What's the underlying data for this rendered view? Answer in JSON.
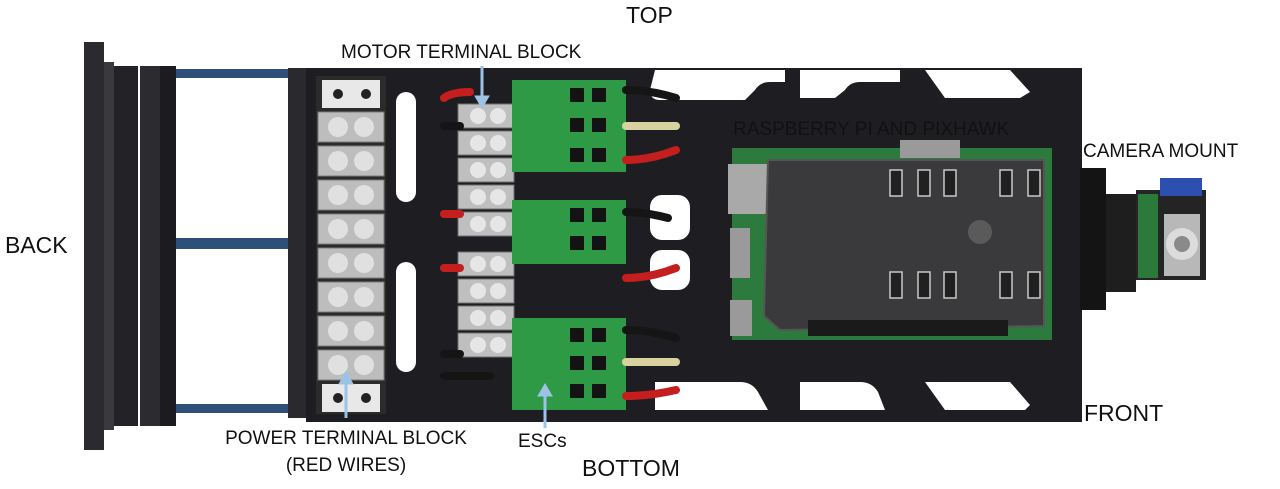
{
  "labels": {
    "top": "TOP",
    "bottom": "BOTTOM",
    "back": "BACK",
    "front": "FRONT",
    "motor_terminal_block": "MOTOR TERMINAL BLOCK",
    "raspberry_pixhawk": "RASPBERRY PI AND PIXHAWK",
    "camera_mount": "CAMERA MOUNT",
    "power_terminal_block_line1": "POWER TERMINAL BLOCK",
    "power_terminal_block_line2": "(RED WIRES)",
    "escs": "ESCs"
  },
  "colors": {
    "plate": "#1e1e22",
    "rod": "#2d4f7a",
    "pcb": "#2f9a45",
    "wire_red": "#c41e1e",
    "wire_black": "#151515",
    "arrow": "#9cc3e6",
    "terminal": "#bdbdbd"
  }
}
